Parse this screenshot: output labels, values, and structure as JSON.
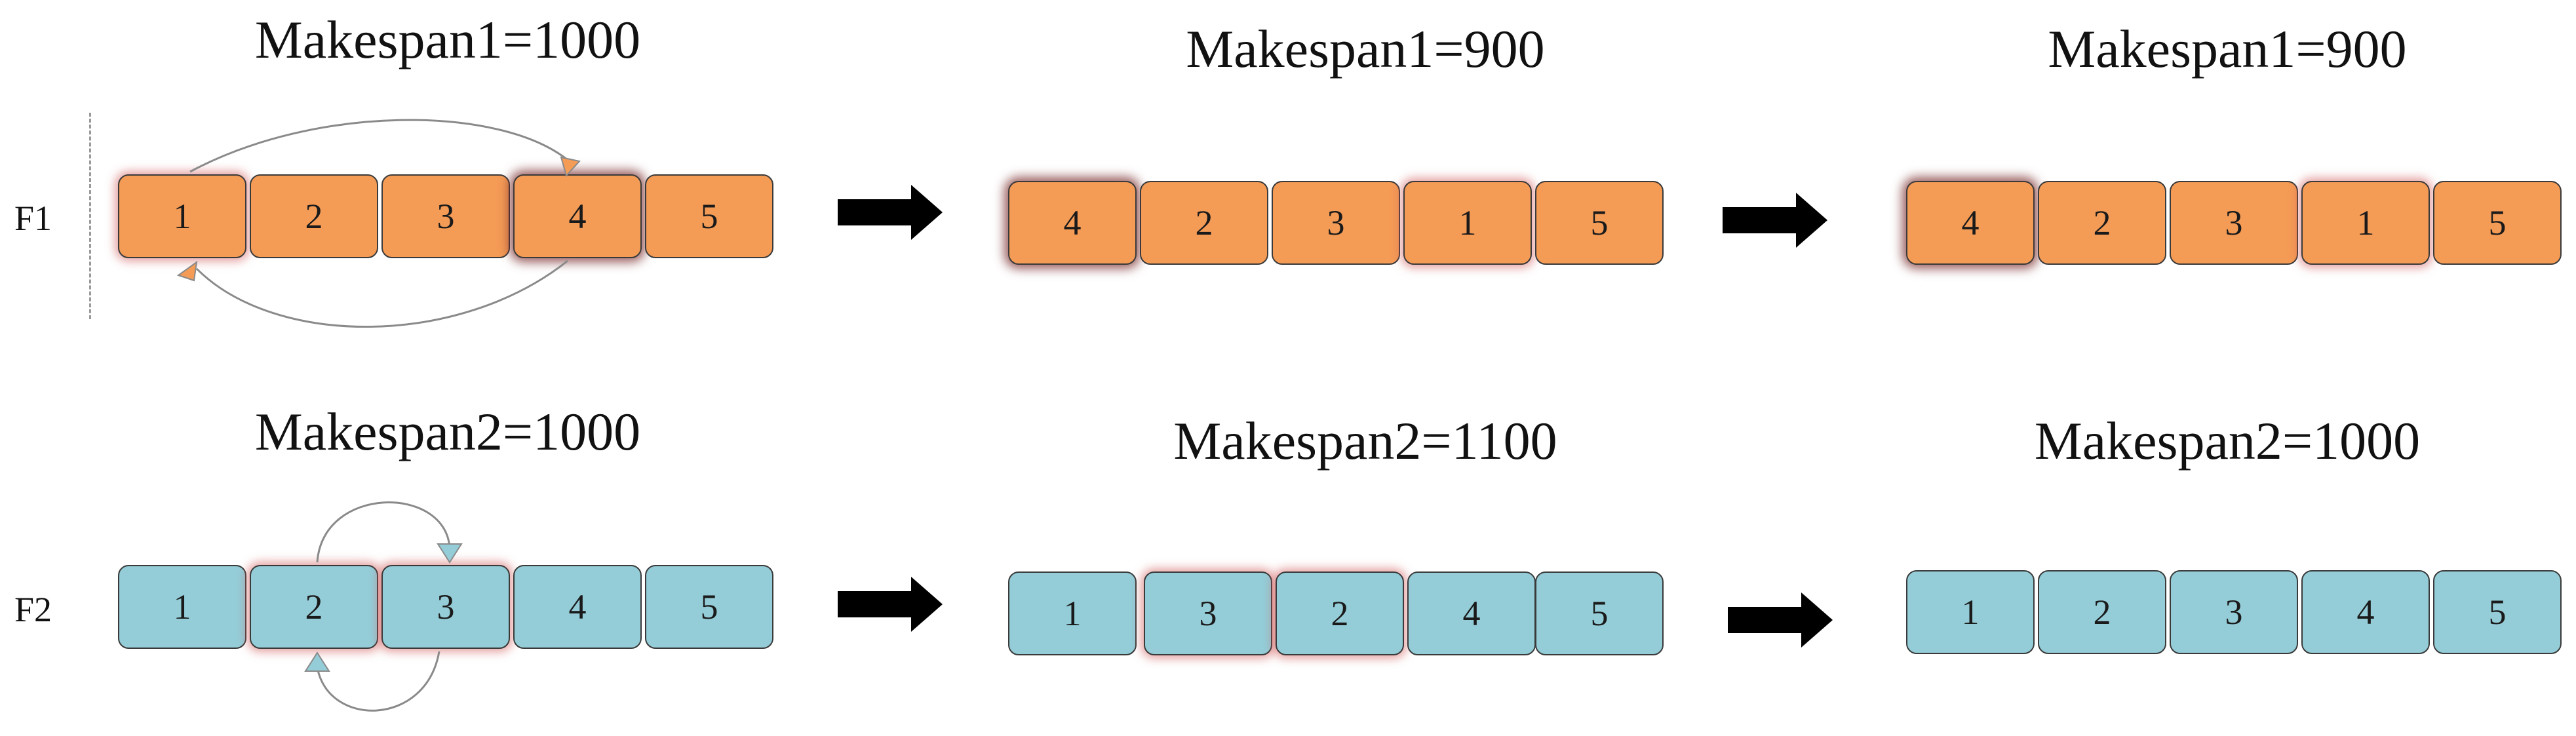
{
  "row1": {
    "label": "F1",
    "color": "#f49b56",
    "stages": [
      {
        "title": "Makespan1=1000",
        "sequence": [
          "1",
          "2",
          "3",
          "4",
          "5"
        ]
      },
      {
        "title": "Makespan1=900",
        "sequence": [
          "4",
          "2",
          "3",
          "1",
          "5"
        ]
      },
      {
        "title": "Makespan1=900",
        "sequence": [
          "4",
          "2",
          "3",
          "1",
          "5"
        ]
      }
    ]
  },
  "row2": {
    "label": "F2",
    "color": "#94cdd8",
    "stages": [
      {
        "title": "Makespan2=1000",
        "sequence": [
          "1",
          "2",
          "3",
          "4",
          "5"
        ]
      },
      {
        "title": "Makespan2=1100",
        "sequence": [
          "1",
          "3",
          "2",
          "4",
          "5"
        ]
      },
      {
        "title": "Makespan2=1000",
        "sequence": [
          "1",
          "2",
          "3",
          "4",
          "5"
        ]
      }
    ]
  },
  "icons": {
    "transition_arrow": "right-arrow-icon",
    "swap_arrow": "curved-arrow-icon"
  }
}
